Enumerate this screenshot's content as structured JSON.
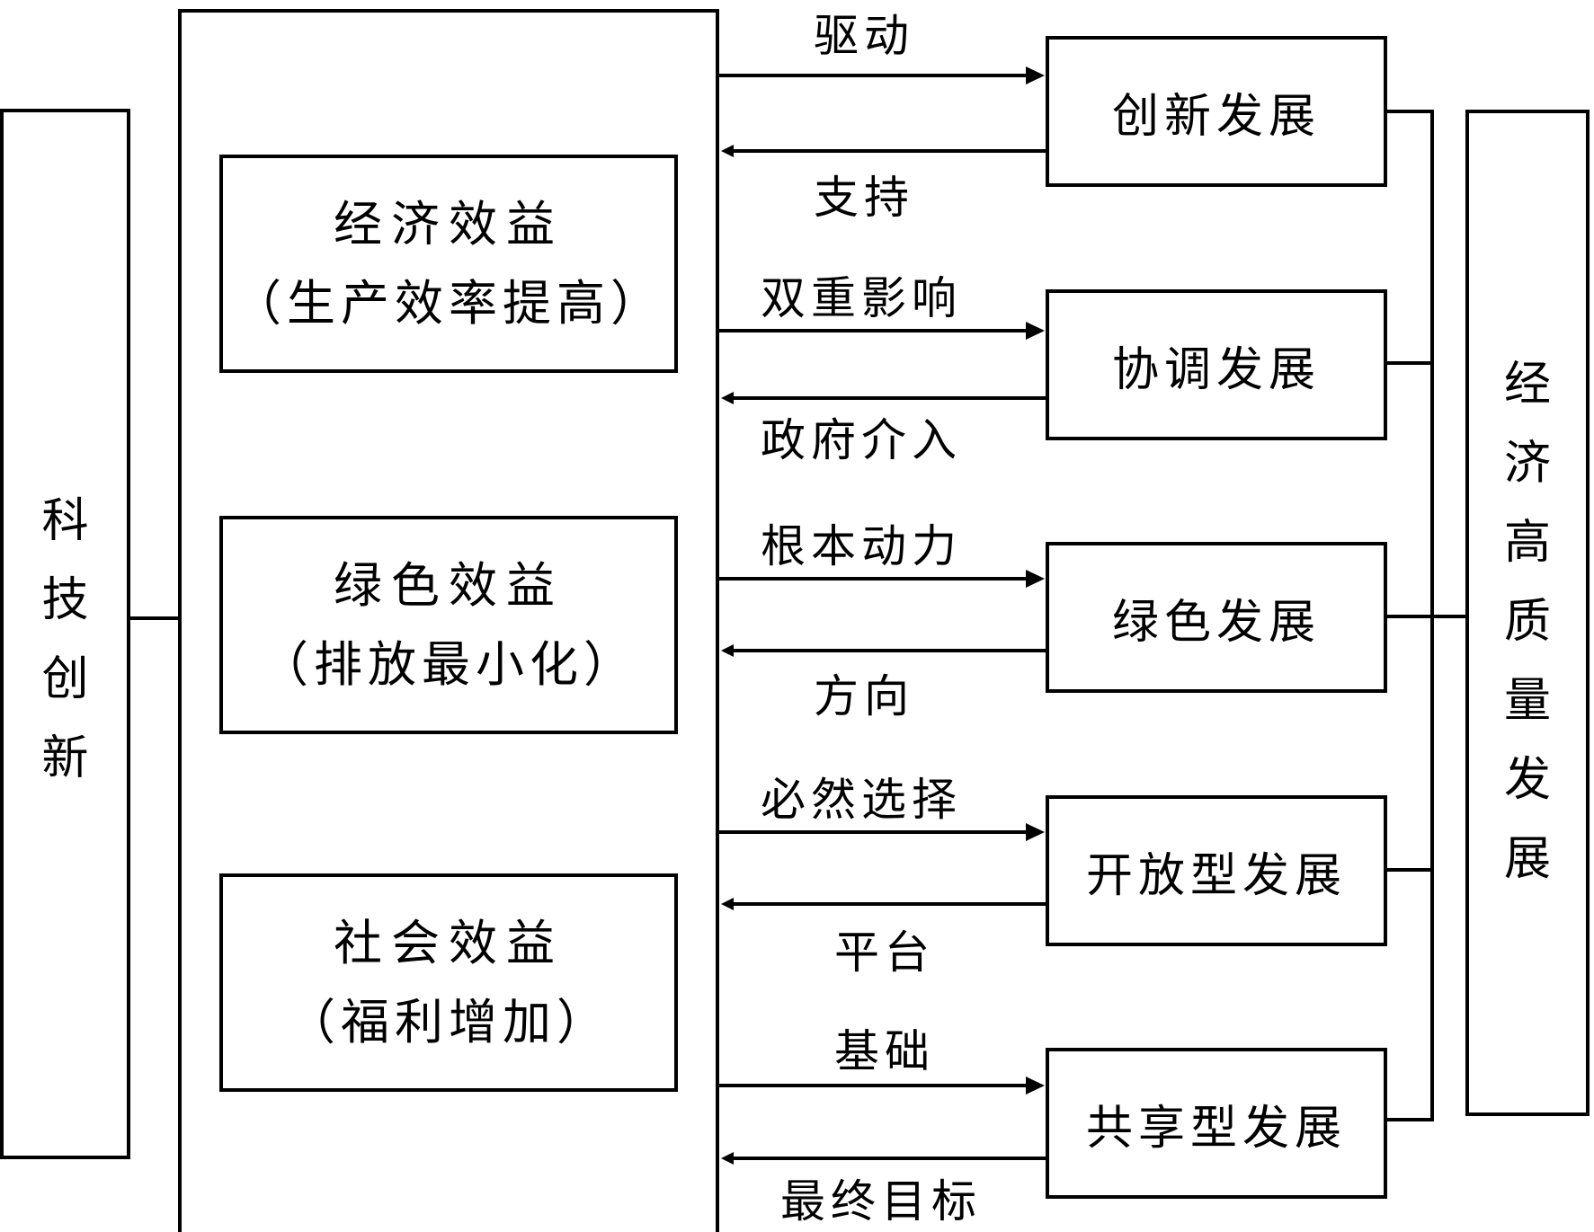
{
  "left_source": {
    "label": "科技创新",
    "chars": [
      "科",
      "技",
      "创",
      "新"
    ]
  },
  "benefits": [
    {
      "title": "经济效益",
      "detail": "（生产效率提高）"
    },
    {
      "title": "绿色效益",
      "detail": "（排放最小化）"
    },
    {
      "title": "社会效益",
      "detail": "（福利增加）"
    }
  ],
  "developments": [
    {
      "label": "创新发展",
      "forward": "驱动",
      "backward": "支持"
    },
    {
      "label": "协调发展",
      "forward": "双重影响",
      "backward": "政府介入"
    },
    {
      "label": "绿色发展",
      "forward": "根本动力",
      "backward": "方向"
    },
    {
      "label": "开放型发展",
      "forward": "必然选择",
      "backward": "平台"
    },
    {
      "label": "共享型发展",
      "forward": "基础",
      "backward": "最终目标"
    }
  ],
  "right_target": {
    "label": "经济高质量发展",
    "chars": [
      "经",
      "济",
      "高",
      "质",
      "量",
      "发",
      "展"
    ]
  },
  "colors": {
    "line": "#000000",
    "background": "#ffffff"
  }
}
